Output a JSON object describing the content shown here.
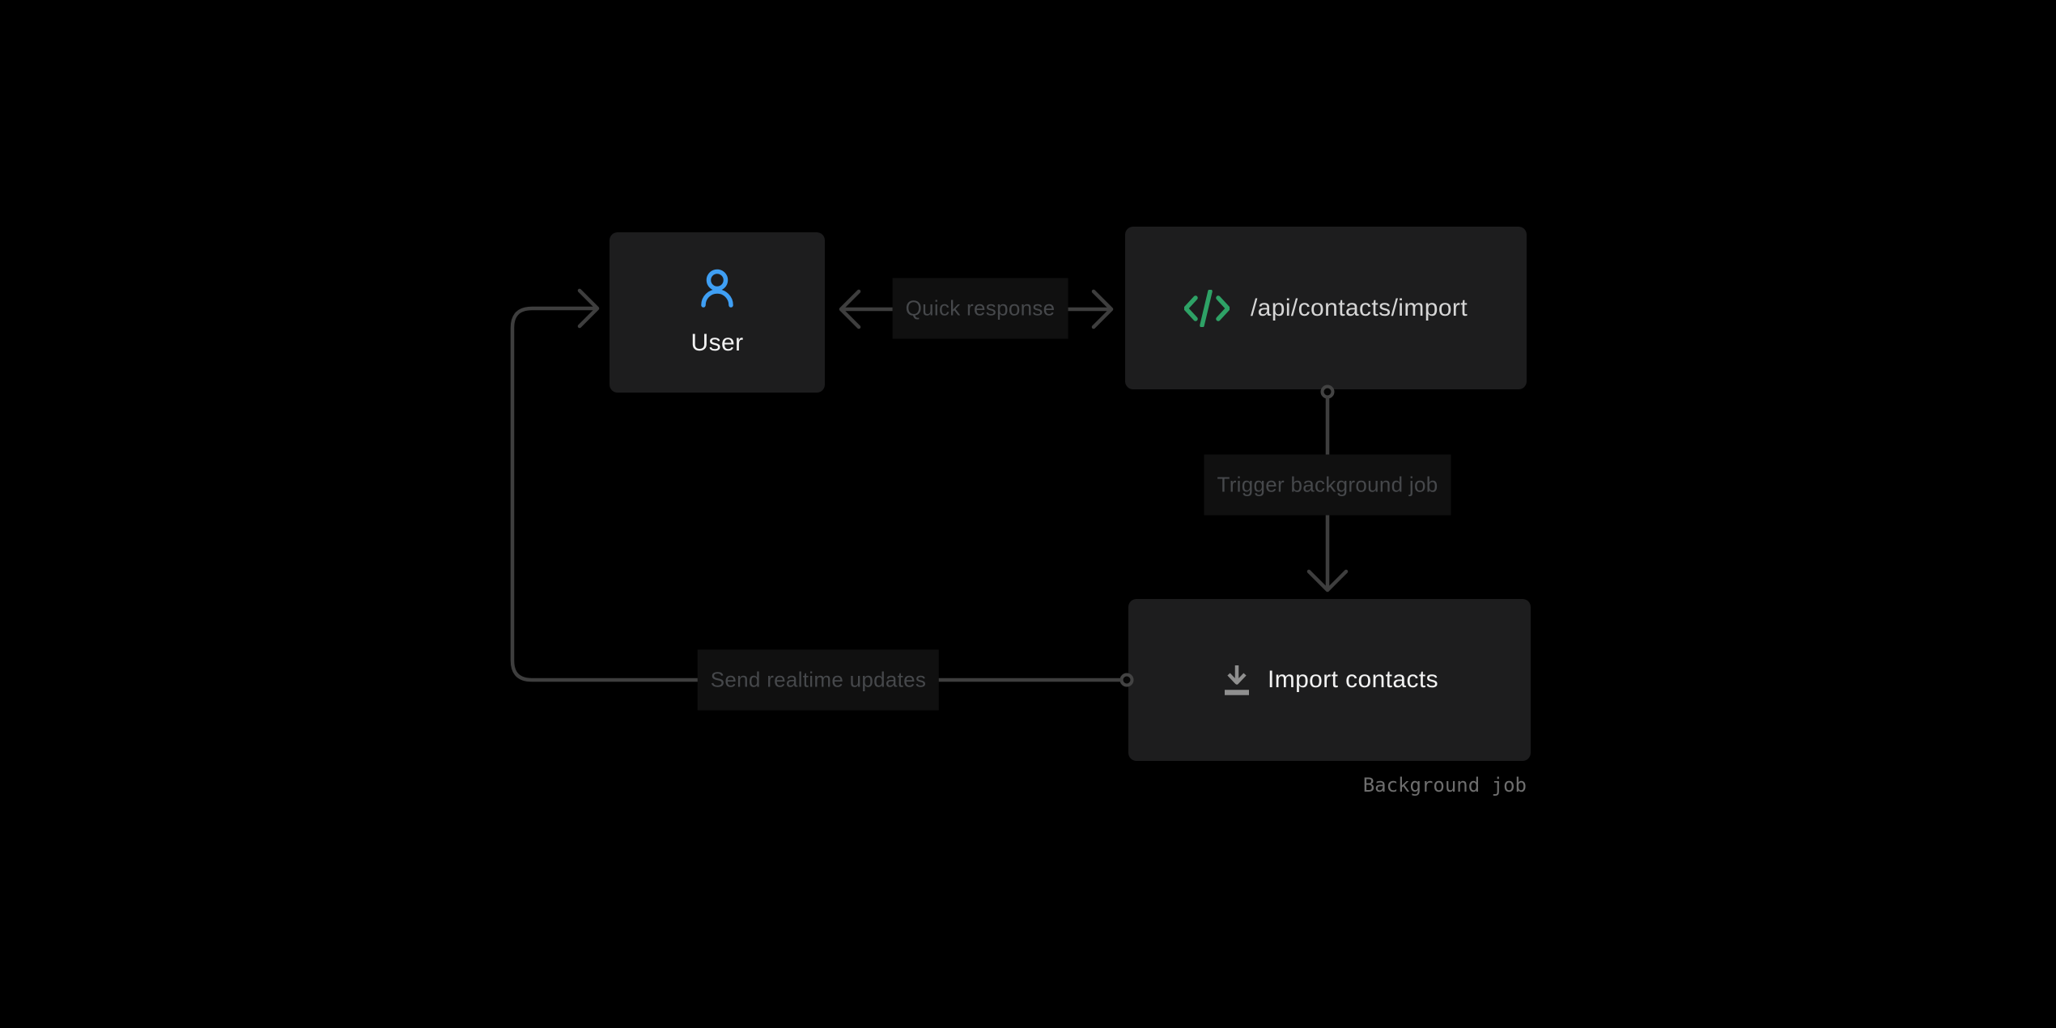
{
  "nodes": {
    "user": {
      "label": "User",
      "icon": "user-icon",
      "icon_color": "#3f9ff4"
    },
    "api": {
      "label": "/api/contacts/import",
      "icon": "code-icon",
      "icon_color": "#2ea266"
    },
    "import": {
      "label": "Import contacts",
      "icon": "download-icon",
      "icon_color": "#8f8f8f"
    }
  },
  "edges": {
    "quick_response": {
      "label": "Quick response",
      "direction": "bidirectional",
      "from": "api",
      "to": "user"
    },
    "trigger": {
      "label": "Trigger background job",
      "direction": "down",
      "from": "api",
      "to": "import"
    },
    "send": {
      "label": "Send realtime updates",
      "direction": "loop-left-up",
      "from": "import",
      "to": "user"
    }
  },
  "captions": {
    "background_job": "Background job"
  },
  "colors": {
    "canvas_bg": "#000000",
    "node_bg": "#1d1d1e",
    "edge_label_bg": "#101010",
    "edge_label_text": "#46484b",
    "line": "#3e3e3e",
    "connector_ring": "#434343",
    "node_text": "#f2f2f2",
    "api_text": "#d6d6d6",
    "caption_text": "#6e6e6e",
    "accent_blue": "#3f9ff4",
    "accent_green": "#2ea266",
    "icon_gray": "#8f8f8f"
  }
}
